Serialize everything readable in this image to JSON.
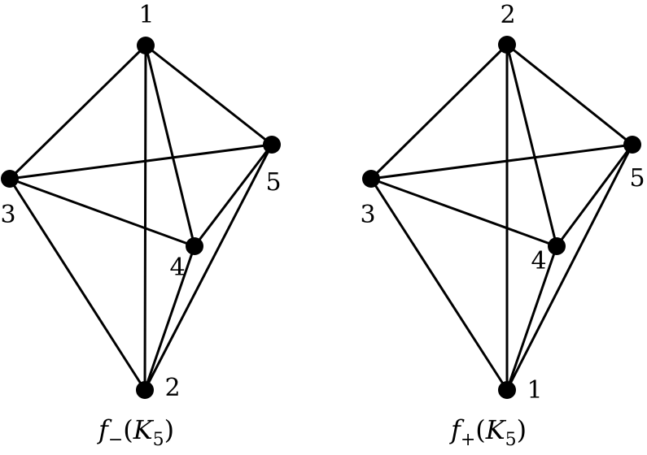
{
  "diagrams": [
    {
      "caption": {
        "function": "f",
        "subscript": "−",
        "open": "(",
        "graph": "K",
        "graph_subscript": "5",
        "close": ")"
      },
      "vertices": [
        {
          "label": "1"
        },
        {
          "label": "2"
        },
        {
          "label": "3"
        },
        {
          "label": "4"
        },
        {
          "label": "5"
        }
      ],
      "edges": [
        [
          "1",
          "3"
        ],
        [
          "1",
          "5"
        ],
        [
          "1",
          "4"
        ],
        [
          "1",
          "2"
        ],
        [
          "3",
          "5"
        ],
        [
          "3",
          "4"
        ],
        [
          "3",
          "2"
        ],
        [
          "4",
          "5"
        ],
        [
          "4",
          "2"
        ],
        [
          "5",
          "2"
        ]
      ]
    },
    {
      "caption": {
        "function": "f",
        "subscript": "+",
        "open": "(",
        "graph": "K",
        "graph_subscript": "5",
        "close": ")"
      },
      "vertices": [
        {
          "label": "2"
        },
        {
          "label": "1"
        },
        {
          "label": "3"
        },
        {
          "label": "4"
        },
        {
          "label": "5"
        }
      ],
      "edges": [
        [
          "2",
          "3"
        ],
        [
          "2",
          "5"
        ],
        [
          "2",
          "4"
        ],
        [
          "2",
          "1"
        ],
        [
          "3",
          "5"
        ],
        [
          "3",
          "4"
        ],
        [
          "3",
          "1"
        ],
        [
          "4",
          "5"
        ],
        [
          "4",
          "1"
        ],
        [
          "5",
          "1"
        ]
      ]
    }
  ]
}
